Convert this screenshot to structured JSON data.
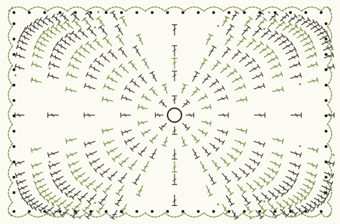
{
  "diagram": {
    "kind": "crochet-chart",
    "symbols": {
      "center": "magic-ring",
      "stitch": "double-crochet",
      "chain": "chain-dot",
      "edge": "picot-scallop"
    },
    "rounds": [
      {
        "stitch": "double-crochet",
        "color": "#3c3c38"
      },
      {
        "stitch": "double-crochet",
        "color": "#6e8a3e"
      },
      {
        "stitch": "double-crochet",
        "color": "#3c3c38"
      },
      {
        "stitch": "double-crochet",
        "color": "#6e8a3e"
      },
      {
        "stitch": "double-crochet",
        "color": "#3c3c38"
      },
      {
        "stitch": "double-crochet",
        "color": "#6e8a3e"
      },
      {
        "stitch": "double-crochet",
        "color": "#2e2e2a"
      },
      {
        "stitch": "double-crochet",
        "color": "#6e8a3e"
      },
      {
        "stitch": "double-crochet",
        "color": "#2e2e2a"
      }
    ],
    "colors": {
      "background": "#fbfaf3",
      "ink": "#2e2e2a",
      "green": "#6e8a3e",
      "edge": "#7b8f4a",
      "dots": "#1e1e1c"
    }
  }
}
